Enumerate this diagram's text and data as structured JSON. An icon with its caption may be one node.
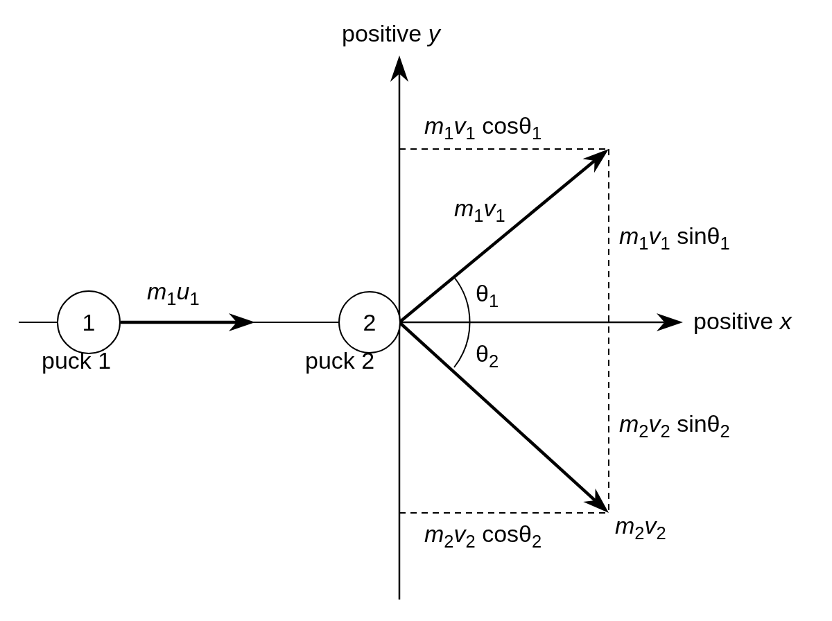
{
  "diagram": {
    "nodes": [
      {
        "text": [
          "1"
        ],
        "beside": [
          "puck 1"
        ]
      },
      {
        "text": [
          "2"
        ],
        "beside": [
          "puck 2"
        ]
      }
    ],
    "edges": [
      {
        "from": null,
        "to": 0,
        "arrow": "none"
      },
      {
        "from": 0,
        "to": 1,
        "arrow": "none"
      }
    ],
    "labels": [
      "positive *y*",
      "*m*$_{1}$*v*$_{1}$ cosθ$_{1}$",
      "*m*$_{1}$*v*$_{1}$",
      "*m*$_{1}$*v*$_{1}$ sinθ$_{1}$",
      "*m*$_{1}$*u*$_{1}$",
      "θ$_{1}$",
      "positive *x*",
      "θ$_{2}$",
      "*m*$_{2}$*v*$_{2}$ sinθ$_{2}$",
      "*m*$_{2}$*v*$_{2}$ cosθ$_{2}$",
      "*m*$_{2}$*v*$_{2}$"
    ]
  }
}
